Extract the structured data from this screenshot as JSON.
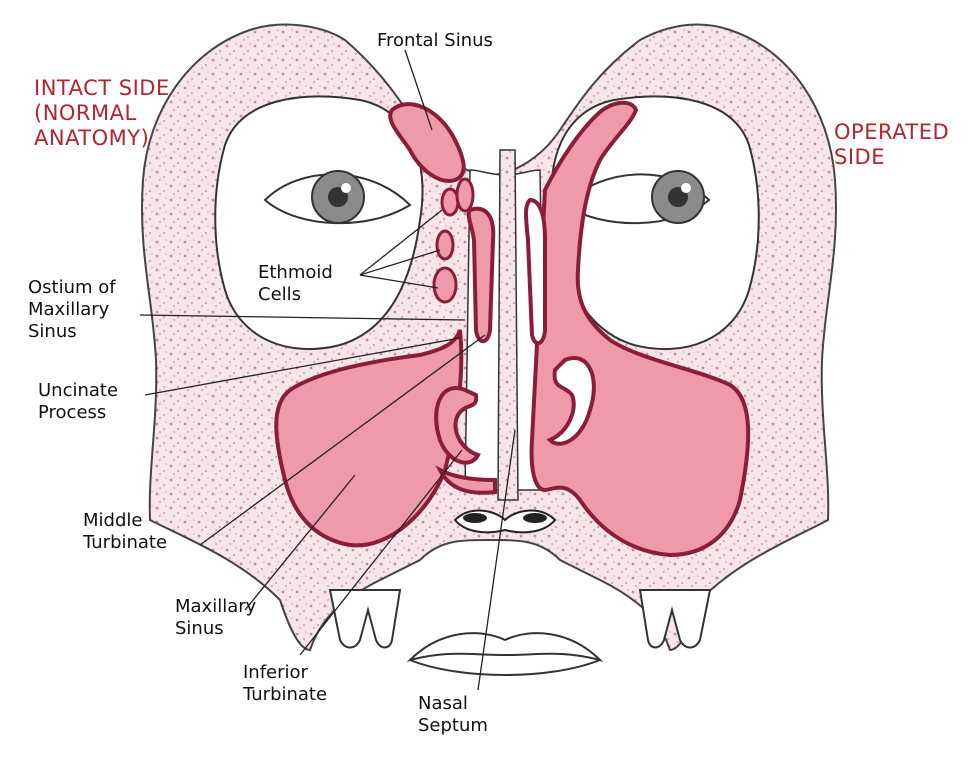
{
  "colors": {
    "background": "#ffffff",
    "bone_fill": "#f6e6ea",
    "bone_speckle": "#c98a9a",
    "sinus_fill": "#ee9aaa",
    "sinus_outline": "#8a1e3a",
    "side_label": "#b3242c",
    "label_text": "#111111",
    "leader_line": "#222222"
  },
  "side_labels": {
    "intact": "INTACT SIDE\n(NORMAL\nANATOMY)",
    "operated": "OPERATED\nSIDE"
  },
  "labels": {
    "frontal_sinus": "Frontal Sinus",
    "ethmoid_cells": "Ethmoid\nCells",
    "ostium_of_maxillary_sinus": "Ostium of\nMaxillary\nSinus",
    "uncinate_process": "Uncinate\nProcess",
    "middle_turbinate": "Middle\nTurbinate",
    "maxillary_sinus": "Maxillary\nSinus",
    "inferior_turbinate": "Inferior\nTurbinate",
    "nasal_septum": "Nasal\nSeptum"
  }
}
